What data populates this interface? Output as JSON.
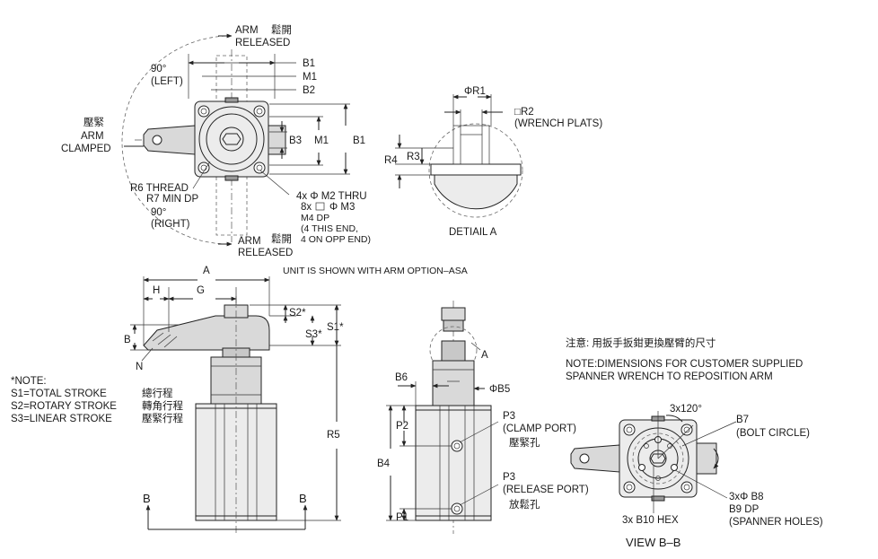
{
  "top_view": {
    "arm_released_top": "ARM",
    "arm_released_top_zh": "鬆開",
    "arm_released_top_2": "RELEASED",
    "arm_released_bottom": "ARM",
    "arm_released_bottom_zh": "鬆開",
    "arm_released_bottom_2": "RELEASED",
    "left_angle": "90°",
    "left_angle_2": "(LEFT)",
    "right_angle": "90°",
    "right_angle_2": "(RIGHT)",
    "clamped_zh": "壓緊",
    "clamped_1": "ARM",
    "clamped_2": "CLAMPED",
    "thread_1": "R6 THREAD",
    "thread_2": "R7 MIN DP",
    "b1_top": "B1",
    "m1_top": "M1",
    "b2": "B2",
    "b3": "B3",
    "m1_side": "M1",
    "b1_side": "B1",
    "holes_1": "4x Φ M2 THRU",
    "holes_2a": "8x",
    "holes_2b": "Φ M3",
    "holes_3": "M4 DP",
    "holes_4": "(4 THIS END,",
    "holes_5": "4 ON OPP END)"
  },
  "detail_a": {
    "r1": "ΦR1",
    "r2": "□R2",
    "r2_note": "(WRENCH PLATS)",
    "r3": "R3",
    "r4": "R4",
    "caption": "DETIAIL A"
  },
  "front_view": {
    "unit_note": "UNIT IS SHOWN WITH ARM OPTION–ASA",
    "a": "A",
    "h": "H",
    "g": "G",
    "b": "B",
    "n": "N",
    "s2": "S2*",
    "s1": "S1*",
    "s3": "S3*",
    "r5": "R5",
    "section_left": "B",
    "section_right": "B"
  },
  "notes": {
    "heading": "*NOTE:",
    "line1_en": "S1=TOTAL STROKE",
    "line1_zh": "總行程",
    "line2_en": "S2=ROTARY STROKE",
    "line2_zh": "轉角行程",
    "line3_en": "S3=LINEAR STROKE",
    "line3_zh": "壓緊行程"
  },
  "side_view": {
    "detail_ref": "A",
    "b6": "B6",
    "b5": "ΦB5",
    "p2": "P2",
    "b4": "B4",
    "p1": "P1",
    "clamp_port_1": "P3",
    "clamp_port_2": "(CLAMP PORT)",
    "clamp_port_zh": "壓緊孔",
    "release_port_1": "P3",
    "release_port_2": "(RELEASE PORT)",
    "release_port_zh": "放鬆孔"
  },
  "view_bb": {
    "note_zh": "注意: 用扳手扳鉗更換壓臂的尺寸",
    "note_en_1": "NOTE:DIMENSIONS FOR CUSTOMER SUPPLIED",
    "note_en_2": "SPANNER WRENCH TO REPOSITION ARM",
    "angle": "3x120°",
    "b7": "B7",
    "b7_note": "(BOLT CIRCLE)",
    "b8": "3xΦ B8",
    "b9": "B9 DP",
    "b9_note": "(SPANNER HOLES)",
    "b10": "3x B10 HEX",
    "caption": "VIEW B–B"
  }
}
